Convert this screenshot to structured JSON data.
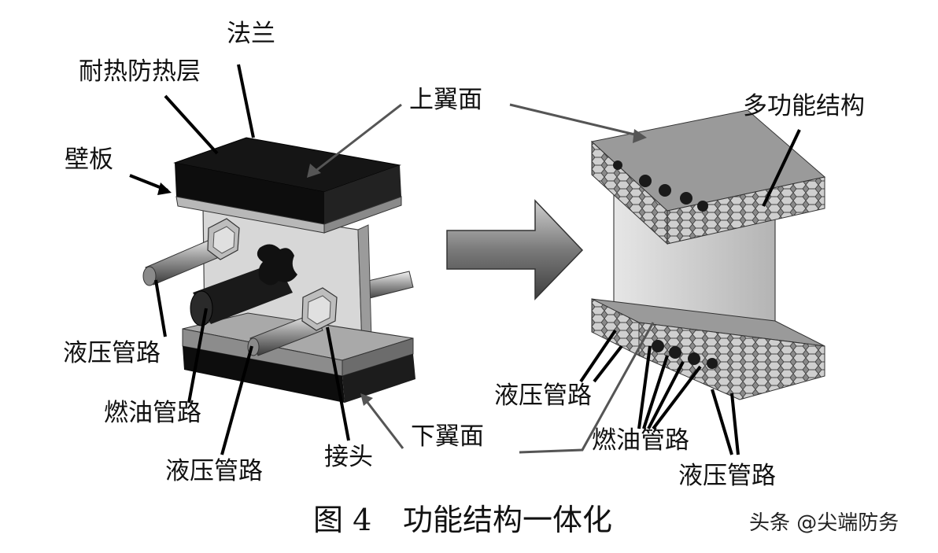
{
  "figure": {
    "caption_number": "图 4",
    "caption_title": "功能结构一体化",
    "watermark": "头条 @尖端防务"
  },
  "left_labels": {
    "flange": "法兰",
    "heat_layer": "耐热防热层",
    "wall_panel": "壁板",
    "upper_wing_surface": "上翼面",
    "hydraulic_pipe_1": "液压管路",
    "fuel_pipe": "燃油管路",
    "hydraulic_pipe_2": "液压管路",
    "joint": "接头",
    "lower_wing_surface": "下翼面"
  },
  "right_labels": {
    "multifunction_structure": "多功能结构",
    "hydraulic_pipe_left": "液压管路",
    "fuel_pipe": "燃油管路",
    "hydraulic_pipe_right": "液压管路"
  },
  "colors": {
    "dark_plate": "#0d0d0d",
    "panel_gray": "#c8c8c8",
    "arrow_gray": "#7a7a7a"
  }
}
